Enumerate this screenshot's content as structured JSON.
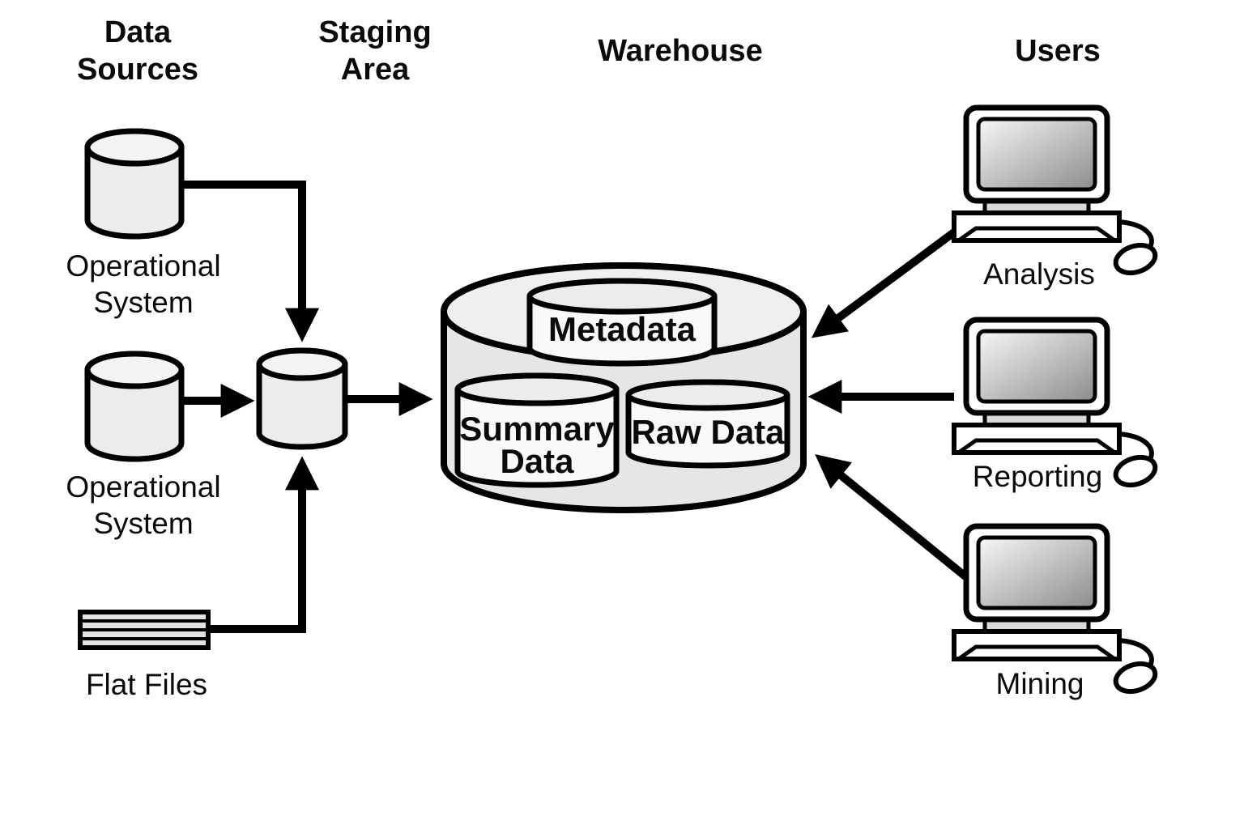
{
  "diagram": {
    "headers": [
      {
        "id": "data-sources",
        "lines": [
          "Data",
          "Sources"
        ]
      },
      {
        "id": "staging-area",
        "lines": [
          "Staging",
          "Area"
        ]
      },
      {
        "id": "warehouse",
        "lines": [
          "Warehouse"
        ]
      },
      {
        "id": "users",
        "lines": [
          "Users"
        ]
      }
    ],
    "data_sources": [
      {
        "kind": "database",
        "lines": [
          "Operational",
          "System"
        ]
      },
      {
        "kind": "database",
        "lines": [
          "Operational",
          "System"
        ]
      },
      {
        "kind": "flat-files",
        "lines": [
          "Flat Files"
        ]
      }
    ],
    "staging": {
      "kind": "database"
    },
    "warehouse_stores": [
      {
        "lines": [
          "Metadata"
        ]
      },
      {
        "lines": [
          "Summary",
          "Data"
        ]
      },
      {
        "lines": [
          "Raw Data"
        ]
      }
    ],
    "users": [
      {
        "label": "Analysis"
      },
      {
        "label": "Reporting"
      },
      {
        "label": "Mining"
      }
    ],
    "flows": [
      {
        "from": "operational-system-1",
        "to": "staging"
      },
      {
        "from": "operational-system-2",
        "to": "staging"
      },
      {
        "from": "flat-files",
        "to": "staging"
      },
      {
        "from": "staging",
        "to": "warehouse"
      },
      {
        "from": "analysis-workstation",
        "to": "warehouse"
      },
      {
        "from": "reporting-workstation",
        "to": "warehouse"
      },
      {
        "from": "mining-workstation",
        "to": "warehouse"
      }
    ],
    "colors": {
      "background": "#ffffff",
      "line": "#000000",
      "cylinder_body": "#ececec",
      "cylinder_top": "#f3f3f3",
      "warehouse_body": "#e6e6e6",
      "warehouse_top": "#efefef",
      "store_body": "#f9f9f9",
      "store_top": "#ececec",
      "monitor_fill": "#ffffff",
      "neck_fill": "#d9d9d9",
      "screen_light": "#f7f7f7",
      "screen_dark": "#8c8c8c",
      "flat_files_fill": "#e3e3e3"
    }
  }
}
